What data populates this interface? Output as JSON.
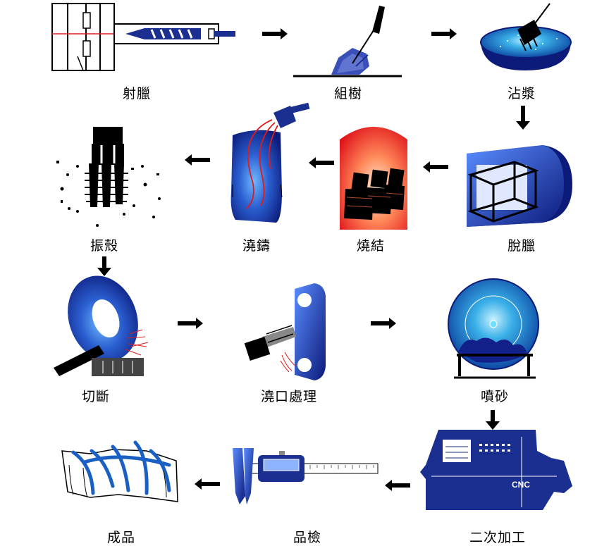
{
  "steps": [
    {
      "label": "射臘"
    },
    {
      "label": "組樹"
    },
    {
      "label": "沾漿"
    },
    {
      "label": "脫臘"
    },
    {
      "label": "燒結"
    },
    {
      "label": "澆鑄"
    },
    {
      "label": "振殼"
    },
    {
      "label": "切斷"
    },
    {
      "label": "澆口處理"
    },
    {
      "label": "噴砂"
    },
    {
      "label": "二次加工"
    },
    {
      "label": "品檢"
    },
    {
      "label": "成品"
    }
  ],
  "machine_badge": "CNC",
  "colors": {
    "blue": "#1a2f8f",
    "accent_red": "#e01b1b",
    "black": "#000000"
  }
}
